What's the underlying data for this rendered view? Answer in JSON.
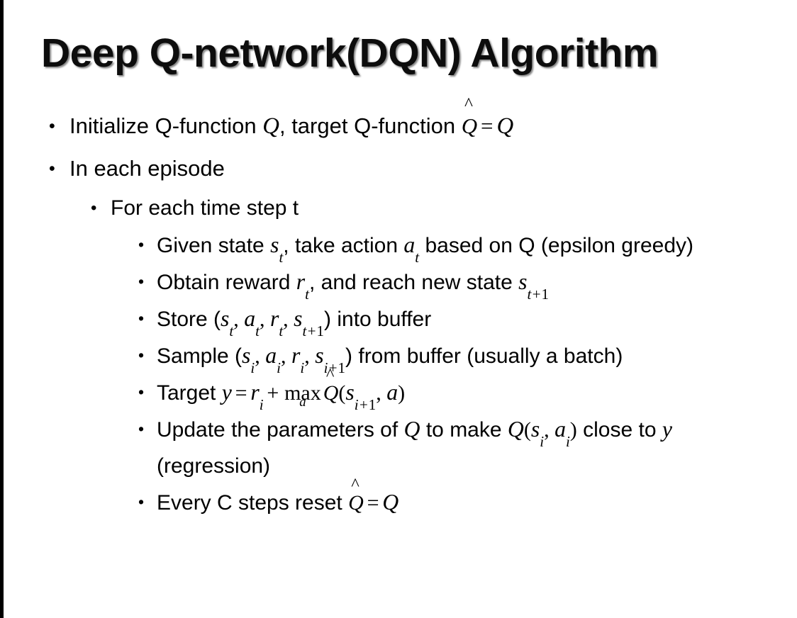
{
  "slide": {
    "title": "Deep Q-network(DQN) Algorithm",
    "background_color": "#ffffff",
    "text_color": "#000000",
    "left_border_color": "#000000",
    "bullet_glyph": "•"
  },
  "content": {
    "b1": {
      "level": 1,
      "pre": "Initialize Q-function ",
      "var_q1": "Q",
      "mid": ", target Q-function ",
      "hat_var": "Q",
      "hat_mark": "^",
      "eq": "=",
      "var_q2": "Q"
    },
    "b2": {
      "level": 1,
      "text": "In each episode"
    },
    "b3": {
      "level": 2,
      "text": "For each time step t"
    },
    "b4": {
      "level": 3,
      "pre": "Given state ",
      "var_s": "s",
      "sub_s": "t",
      "mid": ", take action ",
      "var_a": "a",
      "sub_a": "t",
      "post": " based on Q (epsilon greedy)"
    },
    "b5": {
      "level": 3,
      "pre": "Obtain reward ",
      "var_r": "r",
      "sub_r": "t",
      "mid": ", and reach new state ",
      "var_s": "s",
      "sub_s_base": "t+",
      "sub_s_num": "1"
    },
    "b6": {
      "level": 3,
      "pre": "Store (",
      "v1": "s",
      "v1s": "t",
      "sep1": ", ",
      "v2": "a",
      "v2s": "t",
      "sep2": ", ",
      "v3": "r",
      "v3s": "t",
      "sep3": ", ",
      "v4": "s",
      "v4s_base": "t+",
      "v4s_num": "1",
      "post": ") into buffer"
    },
    "b7": {
      "level": 3,
      "pre": "Sample (",
      "v1": "s",
      "v1s": "i",
      "sep1": ", ",
      "v2": "a",
      "v2s": "i",
      "sep2": ", ",
      "v3": "r",
      "v3s": "i",
      "sep3": ", ",
      "v4": "s",
      "v4s_base": "i+",
      "v4s_num": "1",
      "post": ") from buffer (usually a batch)"
    },
    "b8": {
      "level": 3,
      "pre": "Target ",
      "var_y": "y",
      "eq": "=",
      "var_r": "r",
      "sub_r": "i",
      "plus": "+",
      "max_label": "max",
      "max_limit": "a",
      "hat_var": "Q",
      "hat_mark": "^",
      "paren_open": "(",
      "var_s": "s",
      "sub_s_base": "i+",
      "sub_s_num": "1",
      "comma": ", ",
      "var_a": "a",
      "paren_close": ")"
    },
    "b9": {
      "level": 3,
      "pre": "Update the parameters of ",
      "var_q1": "Q",
      "mid": " to make ",
      "var_q2": "Q",
      "paren_open": "(",
      "var_s": "s",
      "sub_s": "i",
      "comma": ", ",
      "var_a": "a",
      "sub_a": "i",
      "paren_close": ")",
      "post": " close to ",
      "var_y": "y",
      "tail": " (regression)"
    },
    "b10": {
      "level": 3,
      "pre": "Every C steps reset ",
      "hat_var": "Q",
      "hat_mark": "^",
      "eq": "=",
      "var_q": "Q"
    }
  }
}
